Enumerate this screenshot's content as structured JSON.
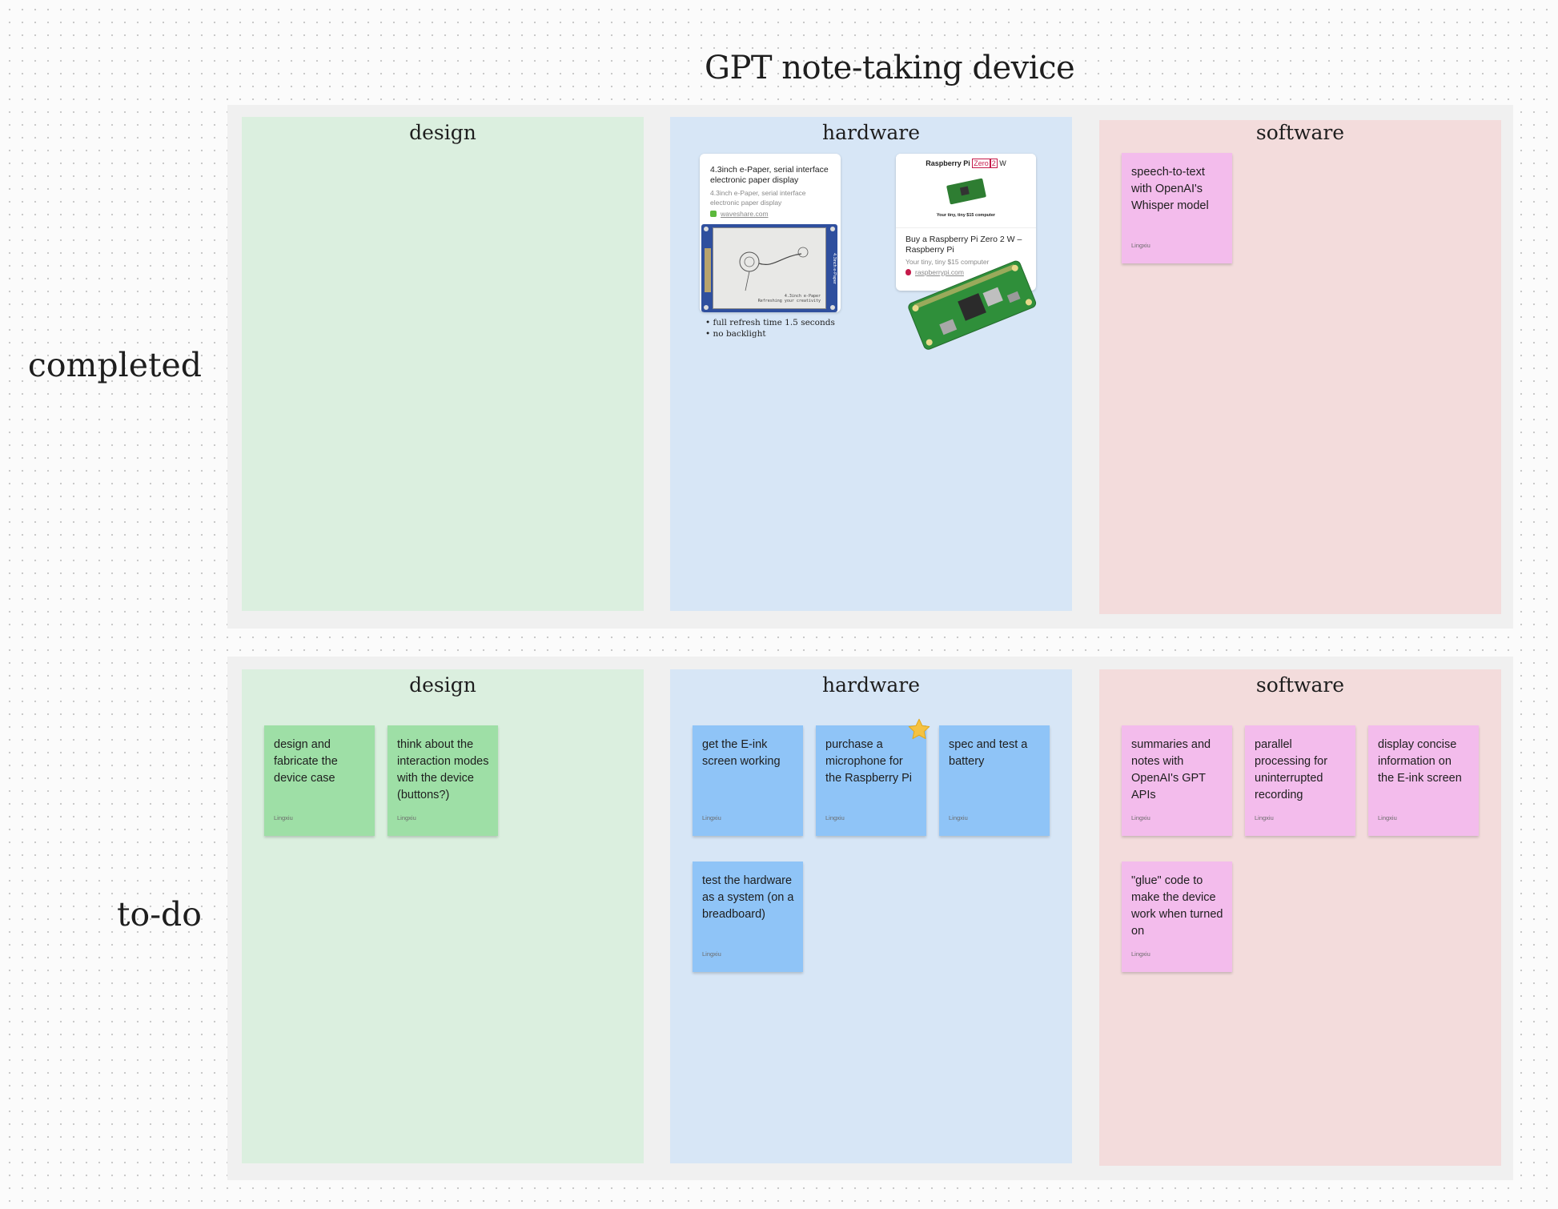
{
  "board": {
    "title": "GPT note-taking device"
  },
  "rows": {
    "completed": {
      "label": "completed"
    },
    "todo": {
      "label": "to-do"
    }
  },
  "lanes": {
    "design": "design",
    "hardware": "hardware",
    "software": "software"
  },
  "completed": {
    "hardware": {
      "epaper_card": {
        "title": "4.3inch e-Paper, serial interface electronic paper display",
        "description": "4.3inch e-Paper, serial interface electronic paper display",
        "domain": "waveshare.com",
        "screen_text": "4.3inch e-Paper\nRefreshing your creativity",
        "side_text": "4.3inch e-Paper",
        "notes": [
          "full refresh time 1.5 seconds",
          "no backlight"
        ]
      },
      "pi_card": {
        "banner_title": "Raspberry Pi",
        "banner_zero": "Zero",
        "banner_two": "2",
        "banner_w": "W",
        "banner_tagline": "Your tiny, tiny $15 computer",
        "title": "Buy a Raspberry Pi Zero 2 W – Raspberry Pi",
        "description": "Your tiny, tiny $15 computer",
        "domain": "raspberrypi.com"
      }
    },
    "software": {
      "notes": [
        {
          "text": "speech-to-text with OpenAI's Whisper model",
          "author": "Lingxiu"
        }
      ]
    }
  },
  "todo": {
    "design": {
      "notes": [
        {
          "text": "design and fabricate the device case",
          "author": "Lingxiu"
        },
        {
          "text": "think about the interaction modes with the device (buttons?)",
          "author": "Lingxiu"
        }
      ]
    },
    "hardware": {
      "notes": [
        {
          "text": "get the E-ink screen working",
          "author": "Lingxiu"
        },
        {
          "text": "purchase a microphone for the Raspberry Pi",
          "author": "Lingxiu"
        },
        {
          "text": "spec and test a battery",
          "author": "Lingxiu"
        },
        {
          "text": "test the hardware as a system (on a breadboard)",
          "author": "Lingxiu"
        }
      ]
    },
    "software": {
      "notes": [
        {
          "text": "summaries and notes with OpenAI's GPT APIs",
          "author": "Lingxiu"
        },
        {
          "text": "parallel processing for uninterrupted recording",
          "author": "Lingxiu"
        },
        {
          "text": "display concise information on the E-ink screen",
          "author": "Lingxiu"
        },
        {
          "text": "\"glue\" code to make the device work when turned on",
          "author": "Lingxiu"
        }
      ]
    }
  },
  "colors": {
    "design_lane": "#dbefdf",
    "hardware_lane": "#d7e6f6",
    "software_lane": "#f3dcdc",
    "green_sticky": "#9edfa6",
    "blue_sticky": "#8fc4f7",
    "pink_sticky": "#f3bcec",
    "star": "#f5c242"
  },
  "icons": {
    "star": "star-icon",
    "waveshare_favicon": "waveshare-favicon-icon",
    "raspberrypi_favicon": "raspberry-pi-favicon-icon"
  }
}
